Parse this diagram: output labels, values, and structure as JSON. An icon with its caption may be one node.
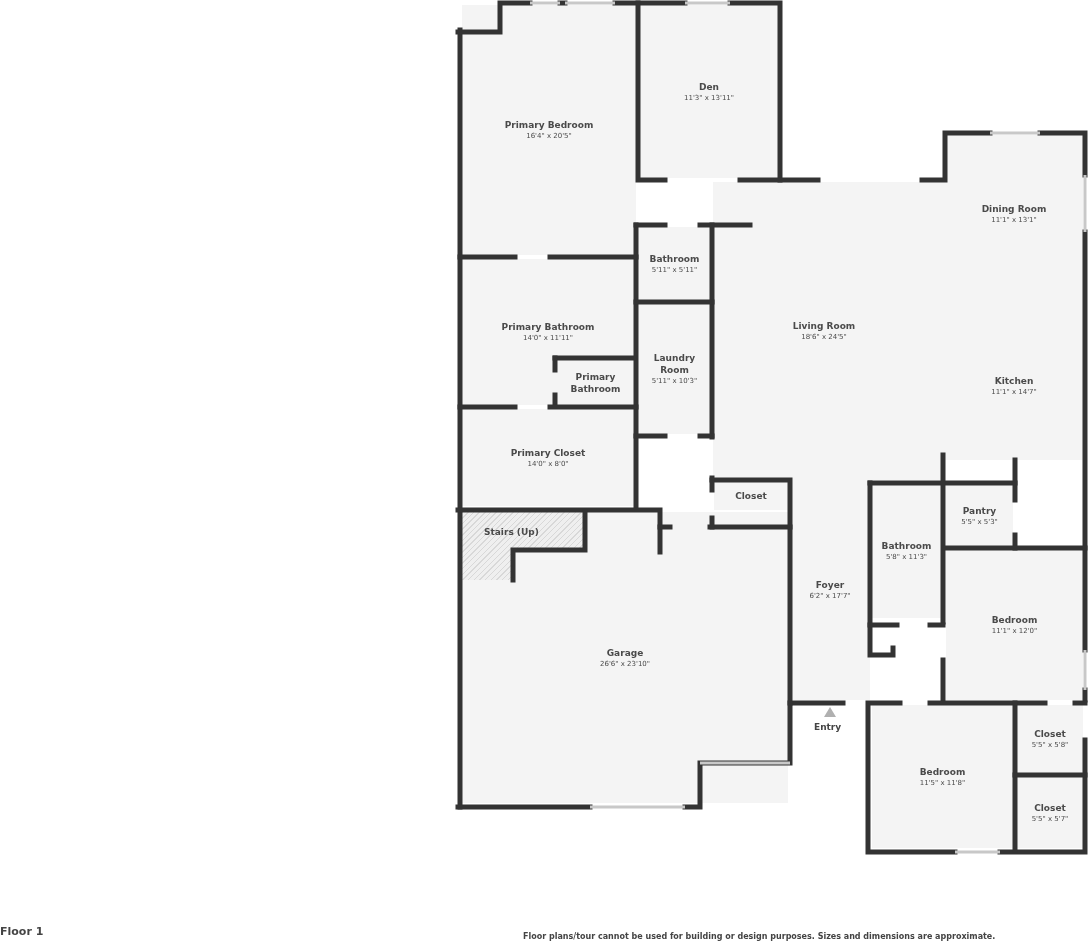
{
  "diagram": {
    "title": "Floor 1",
    "caption": "Floor plans/tour cannot be used for building or design purposes. Sizes and dimensions are approximate.",
    "nodes": [
      {
        "text": [
          "Primary Bedroom",
          "16'4\" x 20'5\""
        ]
      },
      {
        "text": [
          "Den",
          "11'3\" x 13'11\""
        ]
      },
      {
        "text": [
          "Dining Room",
          "11'1\" x 13'1\""
        ]
      },
      {
        "text": [
          "Bathroom",
          "5'11\" x 5'11\""
        ]
      },
      {
        "text": [
          "Primary Bathroom",
          "14'0\" x 11'11\""
        ]
      },
      {
        "text": [
          "Living Room",
          "18'6\" x 24'5\""
        ]
      },
      {
        "text": [
          "Laundry Room",
          "5'11\" x 10'3\""
        ]
      },
      {
        "text": [
          "Primary Bathroom"
        ],
        "in": 4
      },
      {
        "text": [
          "Kitchen",
          "11'1\" x 14'7\""
        ]
      },
      {
        "text": [
          "Primary Closet",
          "14'0\" x 8'0\""
        ]
      },
      {
        "text": [
          "Closet"
        ]
      },
      {
        "text": [
          "Pantry",
          "5'5\" x 5'3\""
        ]
      },
      {
        "text": [
          "Garage",
          "26'6\" x 23'10\""
        ]
      },
      {
        "text": [
          "Stairs (Up)"
        ],
        "in": 12
      },
      {
        "text": [
          "Bathroom",
          "5'8\" x 11'3\""
        ]
      },
      {
        "text": [
          "Foyer",
          "6'2\" x 17'7\""
        ]
      },
      {
        "text": [
          "Bedroom",
          "11'1\" x 12'0\""
        ]
      },
      {
        "text": [
          "Closet",
          "5'5\" x 5'8\""
        ]
      },
      {
        "text": [
          "Bedroom",
          "11'5\" x 11'8\""
        ]
      },
      {
        "text": [
          "Closet",
          "5'5\" x 5'7\""
        ]
      }
    ],
    "labels": [
      "Entry"
    ]
  }
}
